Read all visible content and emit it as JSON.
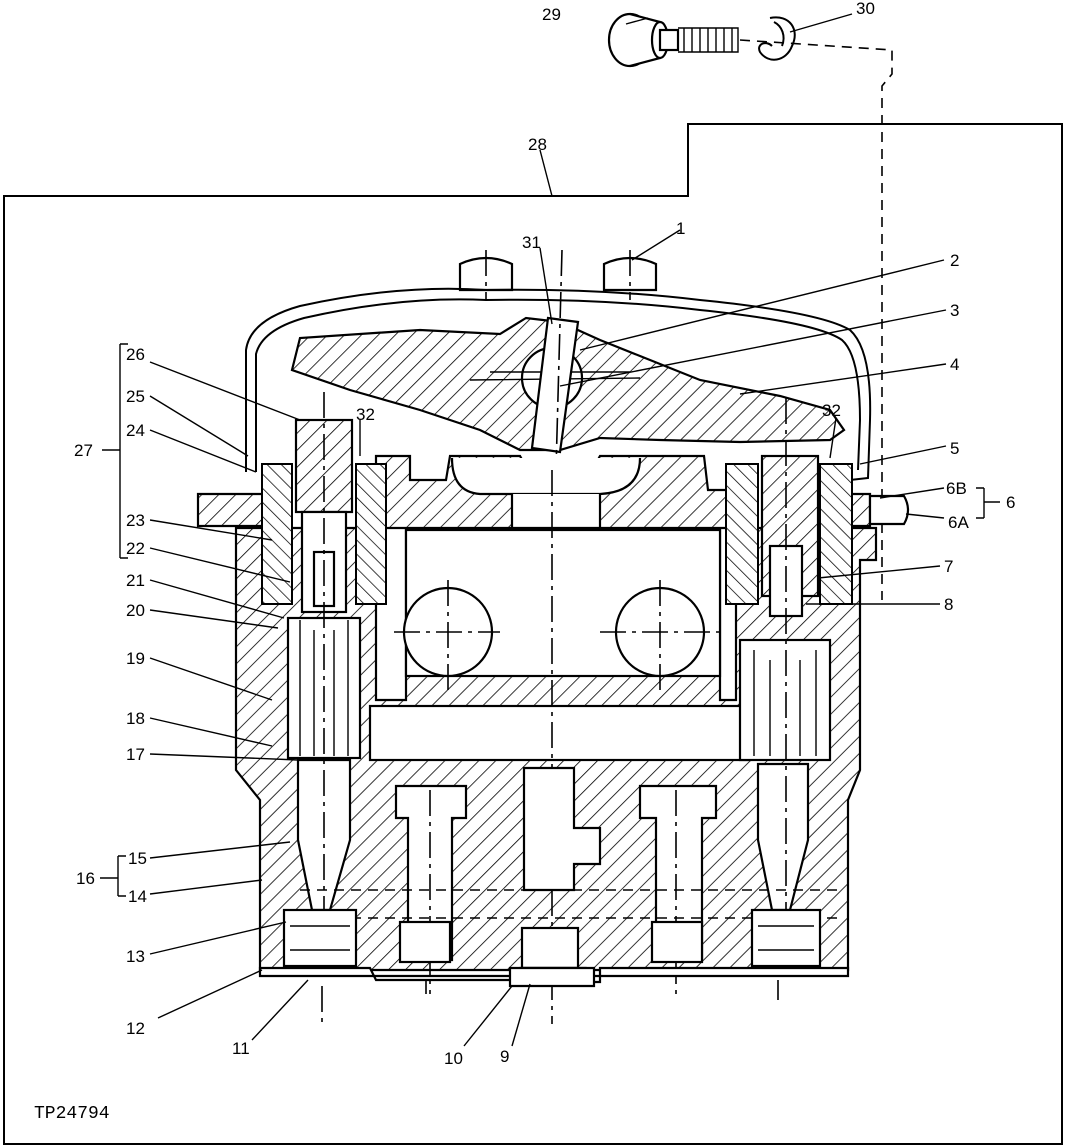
{
  "figure_id": "TP24794",
  "callouts": {
    "c1": "1",
    "c2": "2",
    "c3": "3",
    "c4": "4",
    "c5": "5",
    "c6": "6",
    "c6a": "6A",
    "c6b": "6B",
    "c7": "7",
    "c8": "8",
    "c9": "9",
    "c10": "10",
    "c11": "11",
    "c12": "12",
    "c13": "13",
    "c14": "14",
    "c15": "15",
    "c16": "16",
    "c17": "17",
    "c18": "18",
    "c19": "19",
    "c20": "20",
    "c21": "21",
    "c22": "22",
    "c23": "23",
    "c24": "24",
    "c25": "25",
    "c26": "26",
    "c27": "27",
    "c28": "28",
    "c29": "29",
    "c30": "30",
    "c31": "31",
    "c32a": "32",
    "c32b": "32"
  }
}
